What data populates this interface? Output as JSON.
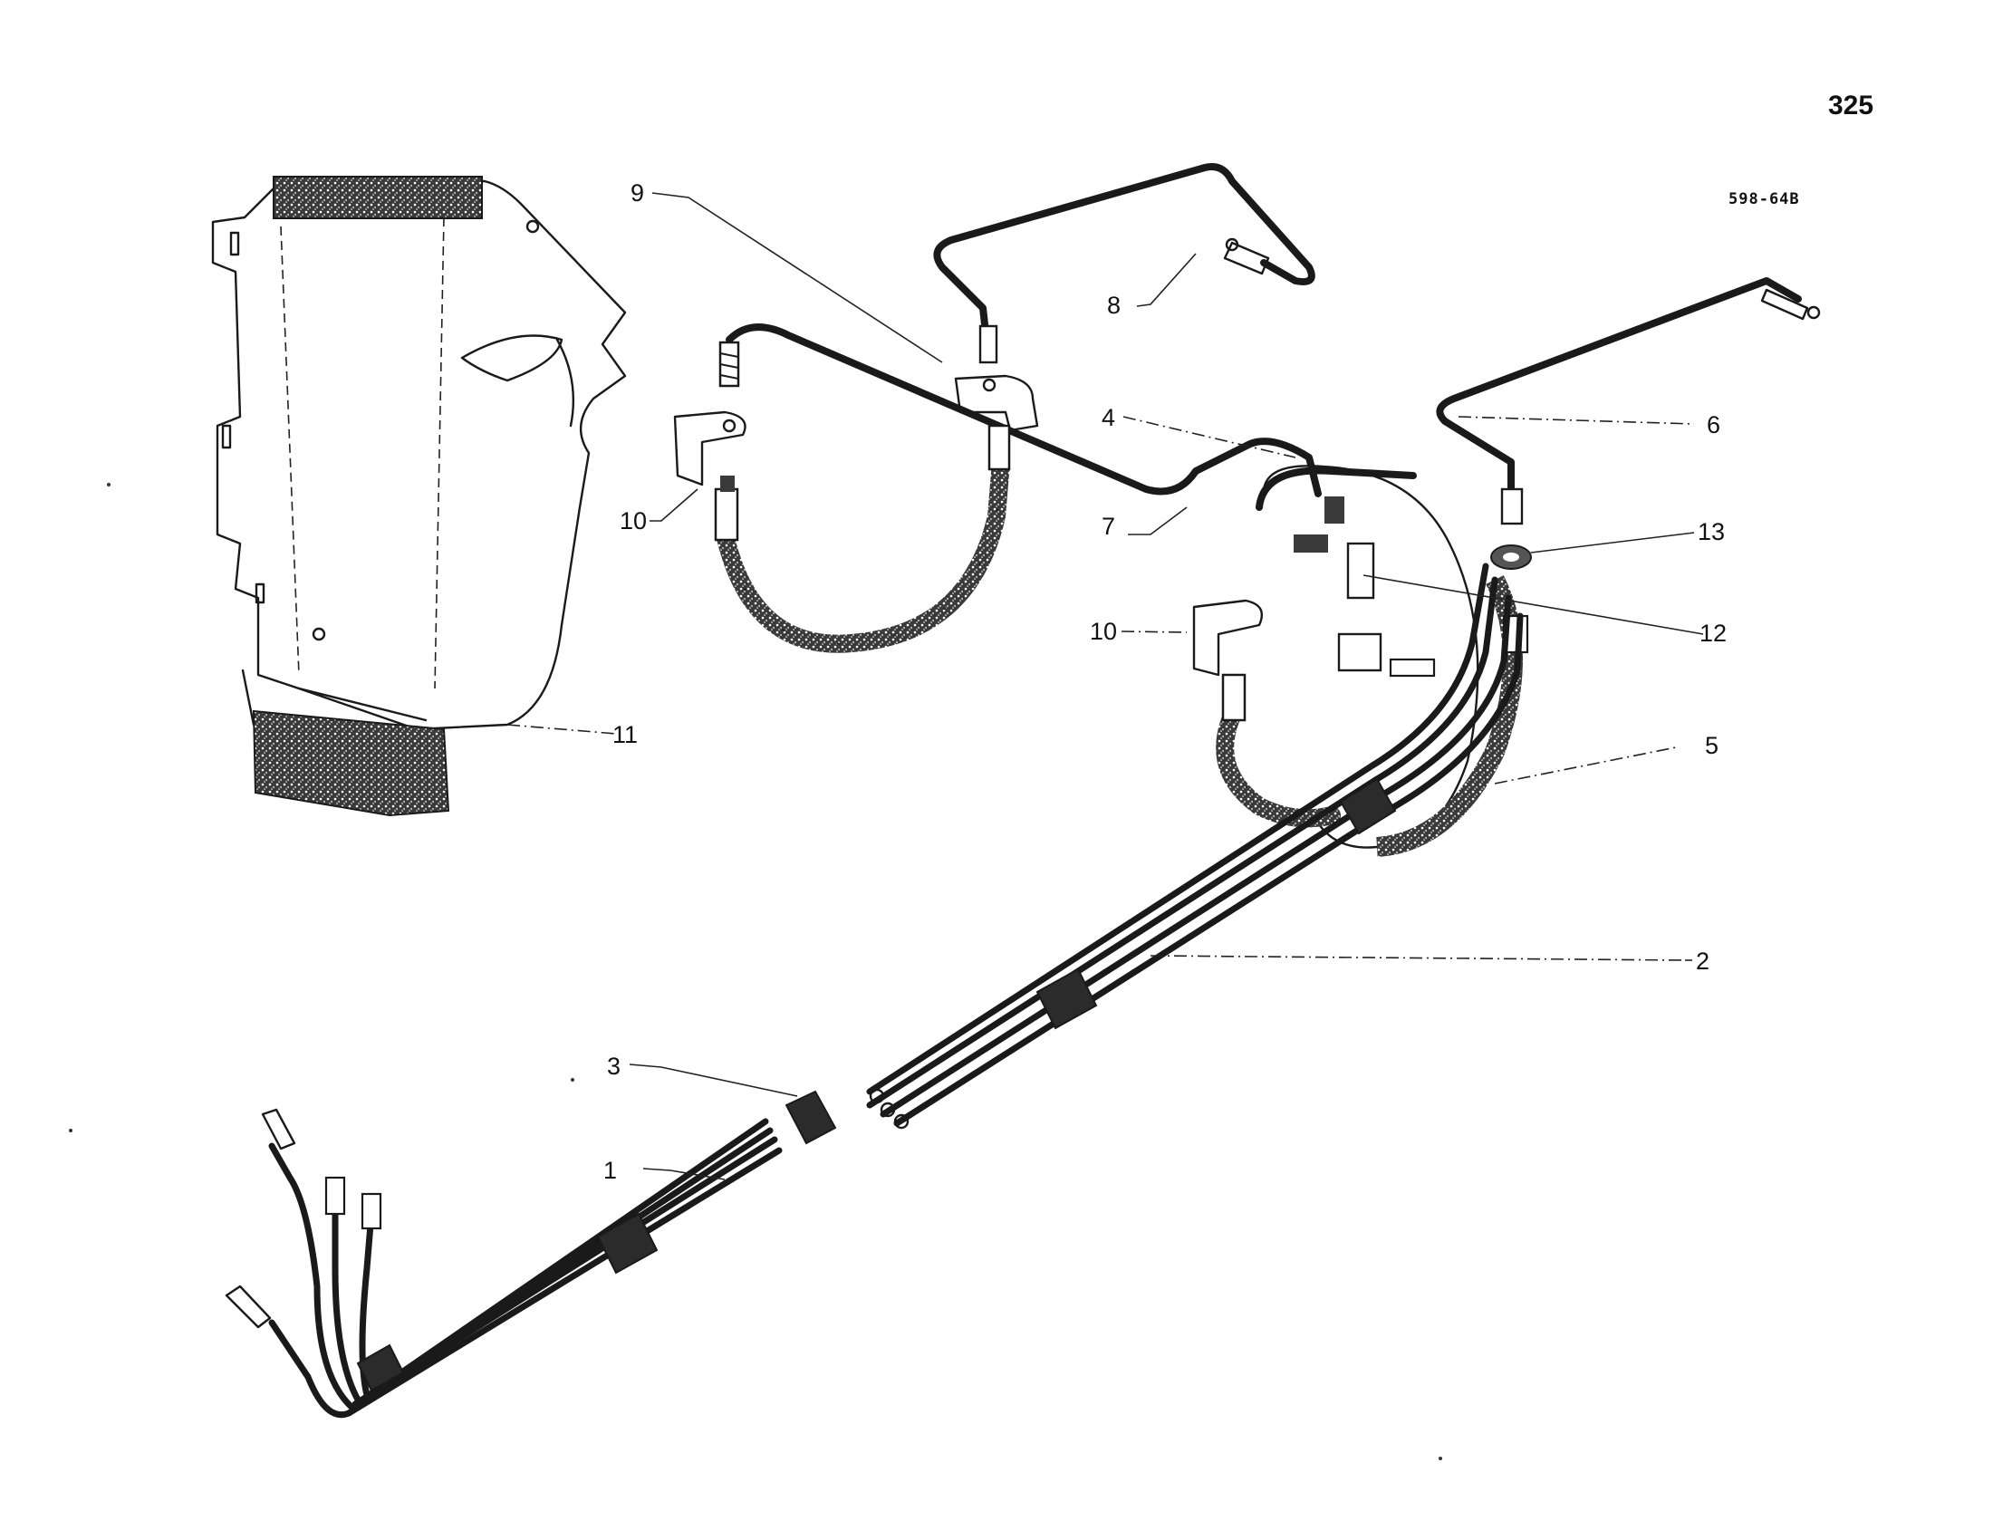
{
  "page_number": "325",
  "drawing_code": "598-64B",
  "callouts": [
    {
      "label": "1"
    },
    {
      "label": "2"
    },
    {
      "label": "3"
    },
    {
      "label": "4"
    },
    {
      "label": "5"
    },
    {
      "label": "6"
    },
    {
      "label": "7"
    },
    {
      "label": "8"
    },
    {
      "label": "9"
    },
    {
      "label": "10"
    },
    {
      "label": "10"
    },
    {
      "label": "11"
    },
    {
      "label": "12"
    },
    {
      "label": "13"
    }
  ]
}
